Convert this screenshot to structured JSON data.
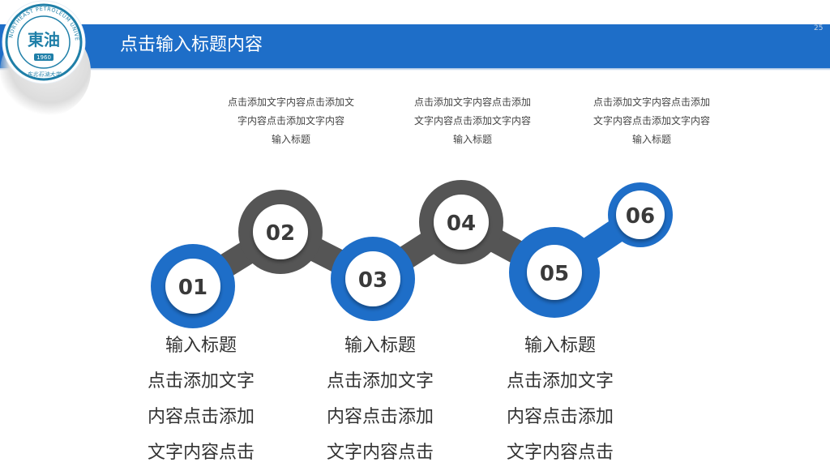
{
  "header": {
    "title": "点击输入标题内容",
    "page_number": "25"
  },
  "logo": {
    "inner_text": "東油",
    "year": "1960",
    "ring_text": "NORTHEAST PETROLEUM UNIVERSITY",
    "bottom_script": "东北石油大学"
  },
  "colors": {
    "accent_blue": "#1e6ec8",
    "dark_gray": "#555555",
    "node_fill": "#ffffff"
  },
  "nodes": [
    {
      "label": "01",
      "color": "blue"
    },
    {
      "label": "02",
      "color": "gray"
    },
    {
      "label": "03",
      "color": "blue"
    },
    {
      "label": "04",
      "color": "gray"
    },
    {
      "label": "05",
      "color": "blue"
    },
    {
      "label": "06",
      "color": "blue"
    }
  ],
  "top_blocks": [
    {
      "line1": "点击添加文字内容点击添加文",
      "line2": "字内容点击添加文字内容",
      "heading": "输入标题"
    },
    {
      "line1": "点击添加文字内容点击添加",
      "line2": "文字内容点击添加文字内容",
      "heading": "输入标题"
    },
    {
      "line1": "点击添加文字内容点击添加",
      "line2": "文字内容点击添加文字内容",
      "heading": "输入标题"
    }
  ],
  "bottom_blocks": [
    {
      "heading": "输入标题",
      "line1": "点击添加文字",
      "line2": "内容点击添加",
      "line3": "文字内容点击"
    },
    {
      "heading": "输入标题",
      "line1": "点击添加文字",
      "line2": "内容点击添加",
      "line3": "文字内容点击"
    },
    {
      "heading": "输入标题",
      "line1": "点击添加文字",
      "line2": "内容点击添加",
      "line3": "文字内容点击"
    }
  ]
}
